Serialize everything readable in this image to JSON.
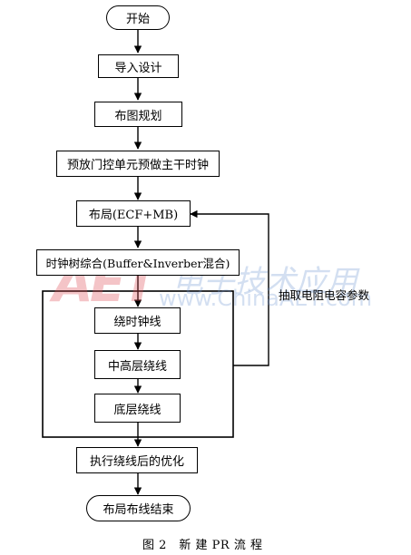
{
  "flowchart": {
    "start": "开始",
    "steps": [
      "导入设计",
      "布图规划",
      "预放门控单元预做主干时钟",
      "布局(ECF+MB)",
      "时钟树综合(Buffer&Inverber混合)",
      "绕时钟线",
      "中高层绕线",
      "底层绕线",
      "执行绕线后的优化"
    ],
    "end": "布局布线结束",
    "feedback_label": "抽取电阻电容参数"
  },
  "watermark": {
    "logo": "AET",
    "chinese": "电子技术应用",
    "url": "www.ChinaAET.com"
  },
  "caption": "图 2　新 建 PR 流 程"
}
